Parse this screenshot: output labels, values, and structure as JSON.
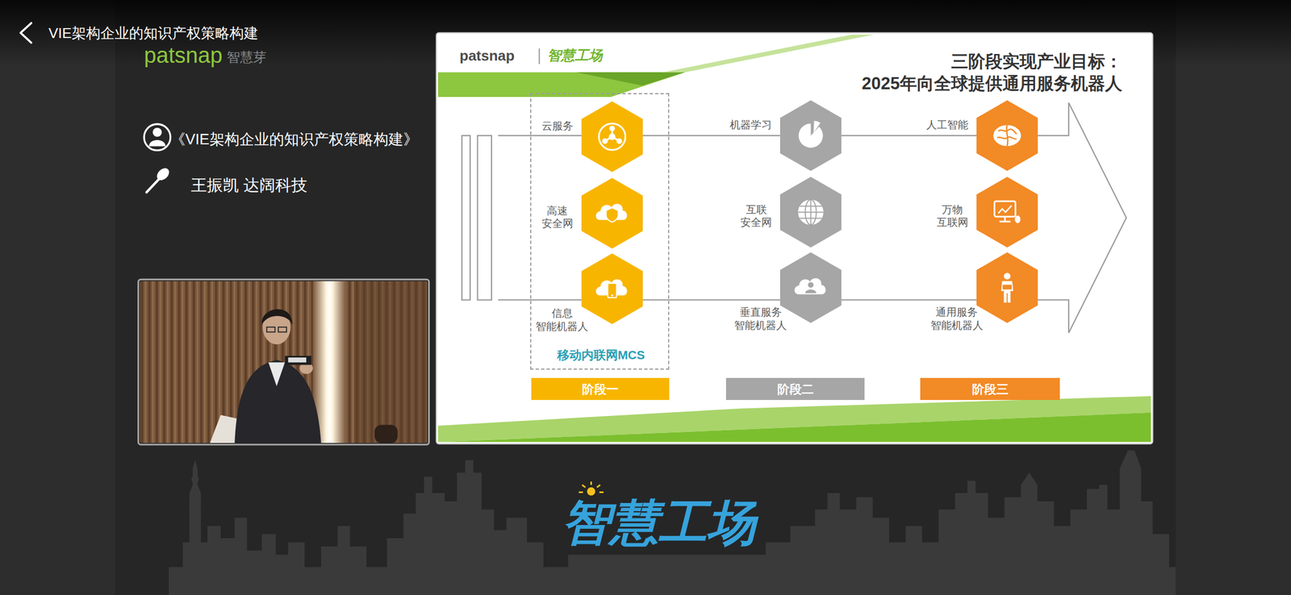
{
  "diagram": {
    "title": "VIE架构企业的知识产权策略构建",
    "nodes": [
      {
        "text": [
          "移动内联网MCS"
        ]
      },
      {
        "text": [
          "云服务"
        ],
        "in": 0
      },
      {
        "text": [
          "高速 安全网"
        ],
        "in": 0
      },
      {
        "text": [
          "信息 智能机器人"
        ],
        "in": 0
      },
      {
        "text": [
          "机器学习"
        ]
      },
      {
        "text": [
          "互联 安全网"
        ]
      },
      {
        "text": [
          "垂直服务 智能机器人"
        ]
      },
      {
        "text": [
          "人工智能"
        ]
      },
      {
        "text": [
          "万物 互联网"
        ]
      },
      {
        "text": [
          "通用服务 智能机器人"
        ]
      },
      {
        "text": [
          "阶段一"
        ]
      },
      {
        "text": [
          "阶段二"
        ]
      },
      {
        "text": [
          "阶段三"
        ]
      }
    ],
    "labels": [
      "《VIE架构企业的知识产权策略构建》",
      "王振凯 达阔科技",
      "patsnap",
      "智慧芽",
      "patsnap",
      "智慧工场",
      "三阶段实现产业目标： 2025年向全球提供通用服务机器人",
      "智慧工场"
    ]
  }
}
